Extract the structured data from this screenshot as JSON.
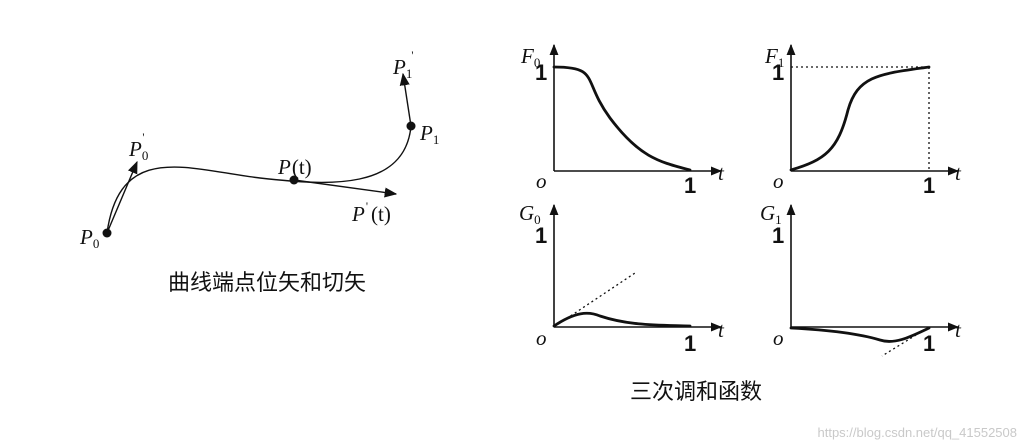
{
  "left_diagram": {
    "caption": "曲线端点位矢和切矢",
    "p0": "P",
    "p0_sub": "0",
    "p0d": "P",
    "p0d_sub": "0",
    "p0d_sup": "'",
    "p1": "P",
    "p1_sub": "1",
    "p1d": "P",
    "p1d_sub": "1",
    "p1d_sup": "'",
    "pt": "P",
    "pt_arg": "(t)",
    "ptd": "P",
    "ptd_sup": "'",
    "ptd_arg": "(t)"
  },
  "right_diagram": {
    "caption": "三次调和函数",
    "origin_label": "o",
    "t_label": "t",
    "one_label": "1",
    "plots": [
      {
        "name": "F",
        "sub": "0"
      },
      {
        "name": "F",
        "sub": "1"
      },
      {
        "name": "G",
        "sub": "0"
      },
      {
        "name": "G",
        "sub": "1"
      }
    ]
  },
  "watermark": "https://blog.csdn.net/qq_41552508"
}
